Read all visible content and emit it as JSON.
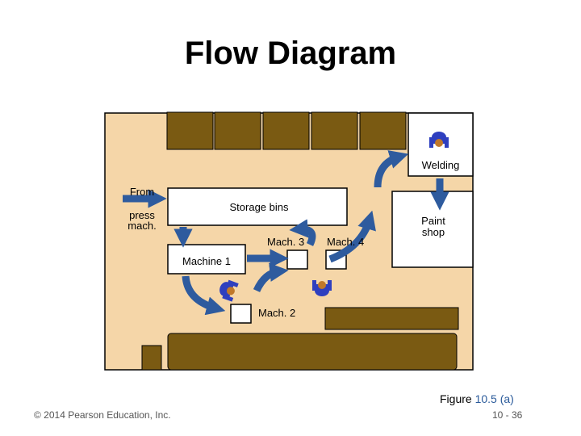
{
  "title": "Flow Diagram",
  "labels": {
    "welding": "Welding",
    "from": "From",
    "press": "press",
    "mach": "mach.",
    "storage_bins": "Storage bins",
    "paint": "Paint",
    "shop": "shop",
    "mach3": "Mach. 3",
    "mach4": "Mach. 4",
    "machine1": "Machine 1",
    "mach2": "Mach. 2"
  },
  "figure_caption": {
    "prefix": "Figure ",
    "number": "10.5 (a)"
  },
  "footer": {
    "copyright": "© 2014 Pearson Education, Inc.",
    "page": "10 - 36"
  },
  "colors": {
    "floor": "#f5d6a8",
    "bin": "#7a5a12",
    "arrow": "#2e5b9e",
    "worker_body": "#2e3fbf",
    "worker_head": "#c0782a"
  }
}
